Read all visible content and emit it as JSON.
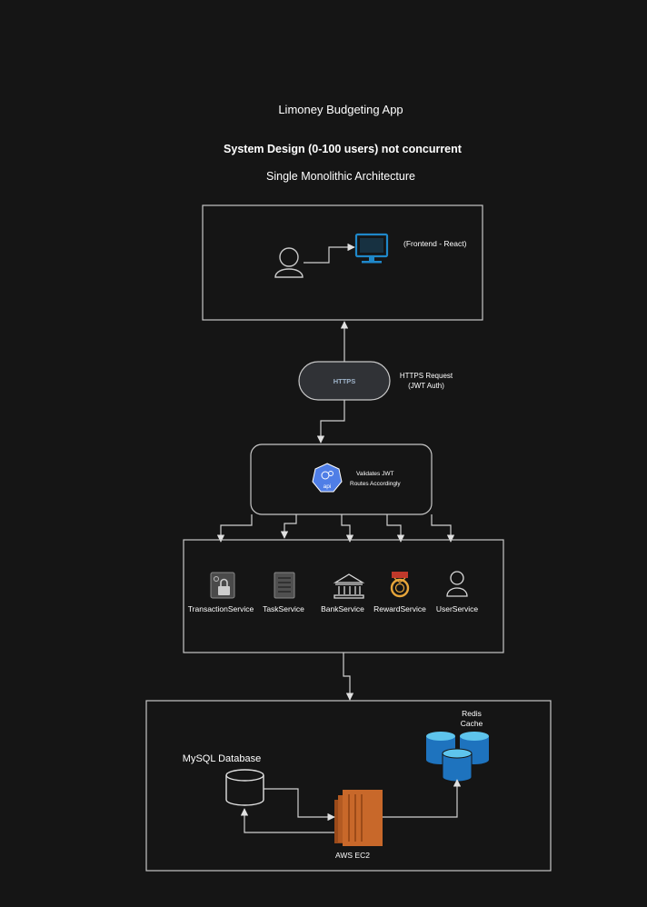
{
  "diagram": {
    "title": "Limoney Budgeting App",
    "subtitle": "System Design (0-100 users) not concurrent",
    "architecture": "Single Monolithic Architecture",
    "frontend": {
      "label": "(Frontend - React)"
    },
    "https": {
      "pill_label": "HTTPS",
      "request_label_line1": "HTTPS Request",
      "request_label_line2": "(JWT Auth)"
    },
    "gateway": {
      "badge_text": "api",
      "line1": "Validates JWT",
      "line2": "Routes Accordingly"
    },
    "services": [
      {
        "label": "TransactionService",
        "icon": "safe-icon"
      },
      {
        "label": "TaskService",
        "icon": "server-rack-icon"
      },
      {
        "label": "BankService",
        "icon": "bank-icon"
      },
      {
        "label": "RewardService",
        "icon": "medal-icon"
      },
      {
        "label": "UserService",
        "icon": "user-icon"
      }
    ],
    "data_layer": {
      "mysql_label": "MySQL Database",
      "redis_label_line1": "Redis",
      "redis_label_line2": "Cache",
      "ec2_label": "AWS EC2"
    },
    "colors": {
      "background": "#151515",
      "stroke": "#c8c8c8",
      "monitor": "#1f88c9",
      "api_badge": "#4f7ee6",
      "redis": "#1e73be",
      "redis_top": "#5ec4ec",
      "ec2": "#c8682a",
      "medal": "#e8a63a"
    }
  }
}
